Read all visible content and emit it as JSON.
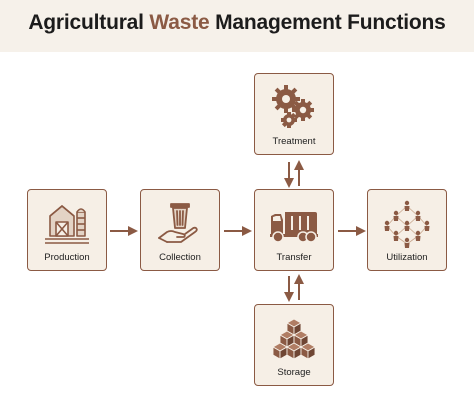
{
  "title": {
    "prefix": "Agricultural ",
    "accent": "Waste",
    "suffix": " Management Functions"
  },
  "nodes": {
    "treatment": {
      "label": "Treatment",
      "icon": "gears-icon"
    },
    "production": {
      "label": "Production",
      "icon": "barn-silo-icon"
    },
    "collection": {
      "label": "Collection",
      "icon": "hand-trash-bin-icon"
    },
    "transfer": {
      "label": "Transfer",
      "icon": "truck-icon"
    },
    "utilization": {
      "label": "Utilization",
      "icon": "people-network-icon"
    },
    "storage": {
      "label": "Storage",
      "icon": "stacked-boxes-icon"
    }
  },
  "colors": {
    "accent": "#8b5a44",
    "box_fill": "#f6efe6",
    "title_band": "#f6f1ea",
    "text": "#1c1c1c"
  }
}
